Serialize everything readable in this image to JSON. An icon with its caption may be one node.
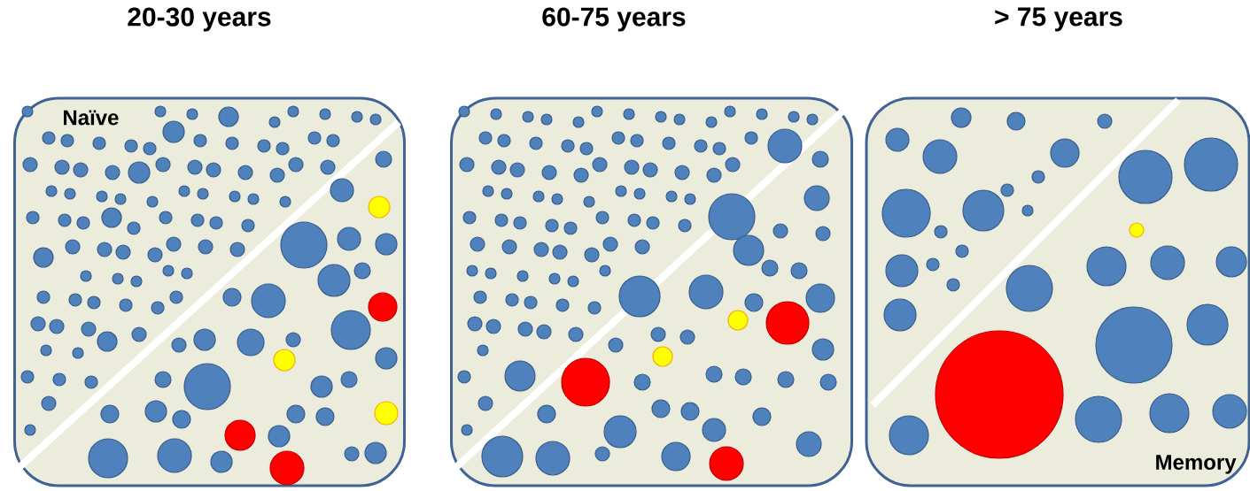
{
  "diagram": {
    "nodes": [
      {
        "text": [
          "20-30 years",
          "Naïve"
        ]
      },
      {
        "text": [
          "60-75 years"
        ]
      },
      {
        "text": [
          "> 75 years",
          "Memory"
        ]
      }
    ]
  }
}
